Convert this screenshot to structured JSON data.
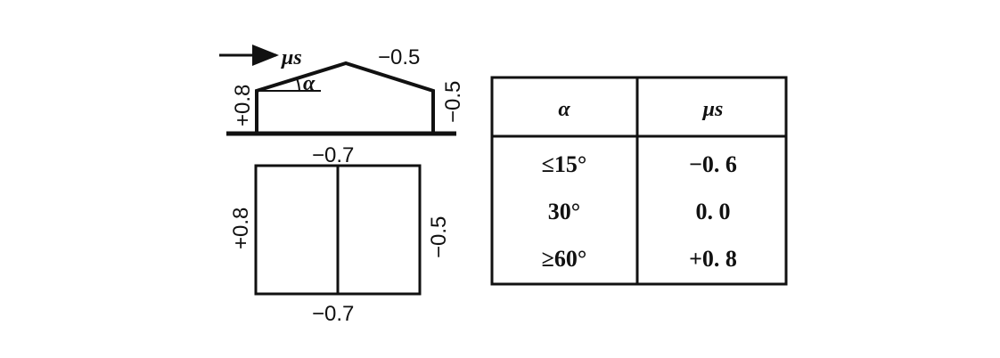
{
  "elevation": {
    "wind_label": "μs",
    "angle_label": "α",
    "windward_wall_value": "+0.8",
    "leeward_roof_value": "−0.5",
    "leeward_wall_value": "−0.5"
  },
  "plan": {
    "top_value": "−0.7",
    "bottom_value": "−0.7",
    "left_value": "+0.8",
    "right_value": "−0.5"
  },
  "table": {
    "headers": [
      "α",
      "μs"
    ],
    "rows": [
      [
        "≤15°",
        "−0. 6"
      ],
      [
        "30°",
        "0. 0"
      ],
      [
        "≥60°",
        "+0. 8"
      ]
    ]
  }
}
